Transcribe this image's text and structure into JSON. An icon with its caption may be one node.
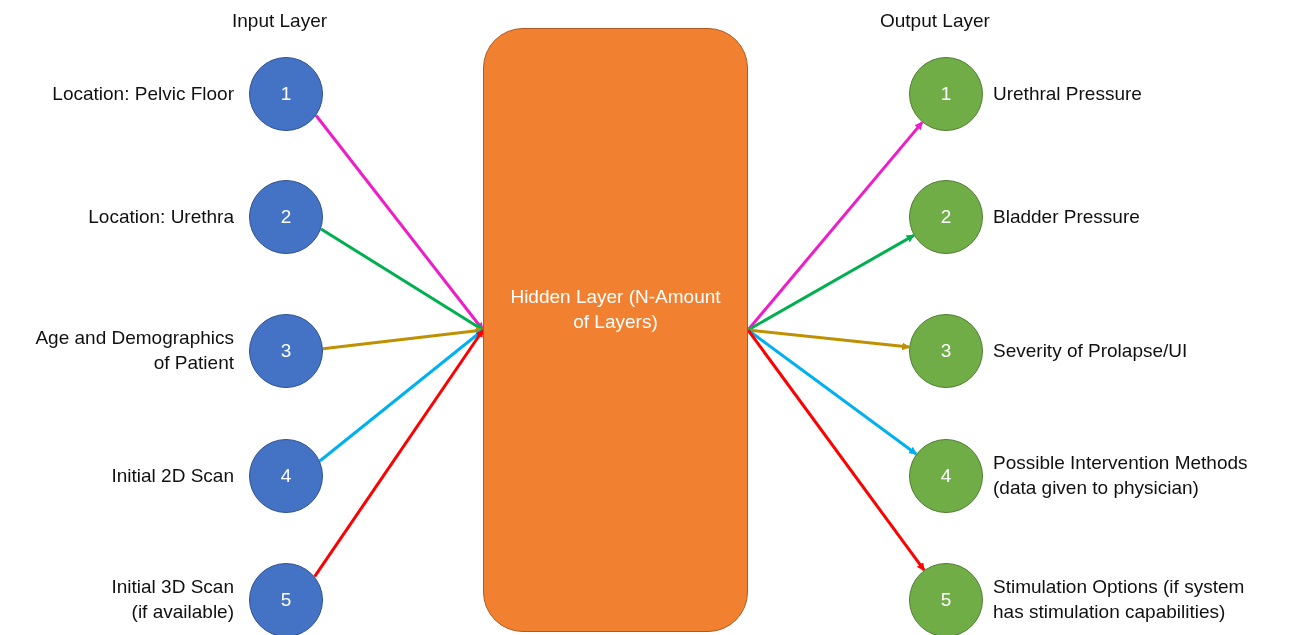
{
  "diagram": {
    "nodes": [
      {
        "text": [
          "1"
        ],
        "beside": [
          "Location: Pelvic Floor"
        ]
      },
      {
        "text": [
          "2"
        ],
        "beside": [
          "Location: Urethra"
        ]
      },
      {
        "text": [
          "3"
        ],
        "beside": [
          "Age and Demographics of Patient"
        ]
      },
      {
        "text": [
          "4"
        ],
        "beside": [
          "Initial 2D Scan"
        ]
      },
      {
        "text": [
          "5"
        ],
        "beside": [
          "Initial 3D Scan (if available)"
        ]
      },
      {
        "text": [
          "Hidden Layer (N-Amount of Layers)"
        ]
      },
      {
        "text": [
          "1"
        ],
        "beside": [
          "Urethral Pressure"
        ]
      },
      {
        "text": [
          "2"
        ],
        "beside": [
          "Bladder Pressure"
        ]
      },
      {
        "text": [
          "3"
        ],
        "beside": [
          "Severity of Prolapse/UI"
        ]
      },
      {
        "text": [
          "4"
        ],
        "beside": [
          "Possible Intervention Methods (data given to physician)"
        ]
      },
      {
        "text": [
          "5"
        ],
        "beside": [
          "Stimulation Options (if system has stimulation capabilities)"
        ]
      }
    ],
    "edges": [
      {
        "from": 0,
        "to": 5,
        "arrow": "to",
        "color": "#ee1dc8"
      },
      {
        "from": 1,
        "to": 5,
        "arrow": "to",
        "color": "#00b050"
      },
      {
        "from": 2,
        "to": 5,
        "arrow": "to",
        "color": "#bf9000"
      },
      {
        "from": 3,
        "to": 5,
        "arrow": "to",
        "color": "#00b0f0"
      },
      {
        "from": 4,
        "to": 5,
        "arrow": "to",
        "color": "#ff0000"
      },
      {
        "from": 5,
        "to": 6,
        "arrow": "to",
        "color": "#ee1dc8"
      },
      {
        "from": 5,
        "to": 7,
        "arrow": "to",
        "color": "#00b050"
      },
      {
        "from": 5,
        "to": 8,
        "arrow": "to",
        "color": "#bf9000"
      },
      {
        "from": 5,
        "to": 9,
        "arrow": "to",
        "color": "#00b0f0"
      },
      {
        "from": 5,
        "to": 10,
        "arrow": "to",
        "color": "#ff0000"
      }
    ],
    "labels": [
      "Input Layer",
      "Output Layer"
    ]
  }
}
